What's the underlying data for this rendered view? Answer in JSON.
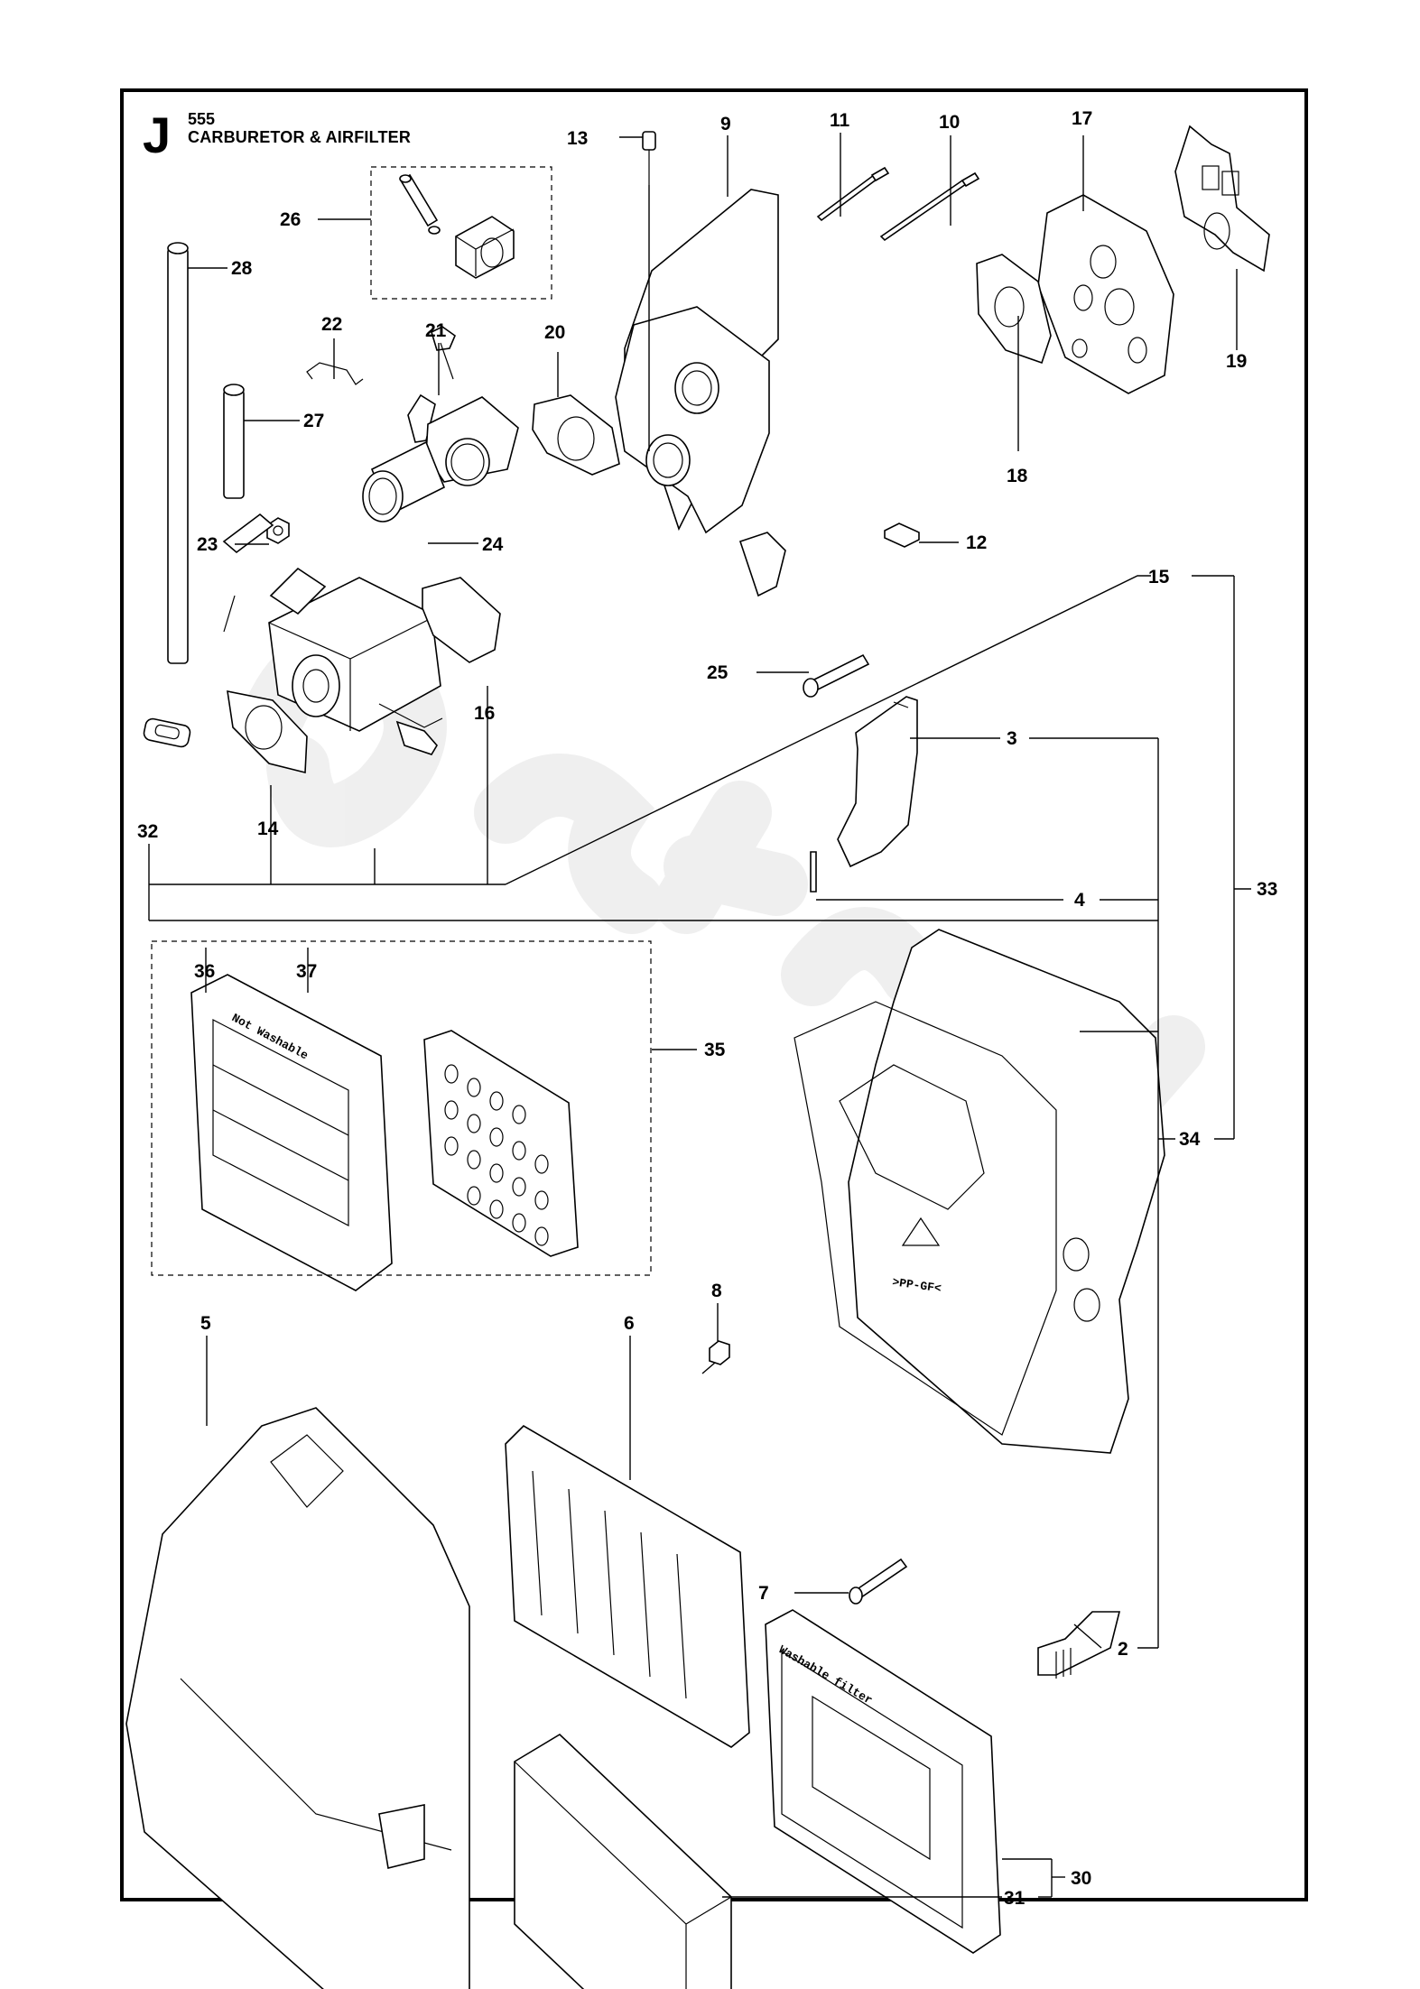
{
  "header": {
    "section_letter": "J",
    "model": "555",
    "title": "CARBURETOR & AIRFILTER"
  },
  "watermark": "Streetdsk",
  "markings": {
    "filter_36_text": "Not Washable",
    "filter_30_text": "Washable filter",
    "housing_material": ">PP-GF<"
  },
  "parts": [
    {
      "id": "2",
      "label": "2"
    },
    {
      "id": "3",
      "label": "3"
    },
    {
      "id": "4",
      "label": "4"
    },
    {
      "id": "5",
      "label": "5"
    },
    {
      "id": "6",
      "label": "6"
    },
    {
      "id": "7",
      "label": "7"
    },
    {
      "id": "8",
      "label": "8"
    },
    {
      "id": "9",
      "label": "9"
    },
    {
      "id": "10",
      "label": "10"
    },
    {
      "id": "11",
      "label": "11"
    },
    {
      "id": "12",
      "label": "12"
    },
    {
      "id": "13",
      "label": "13"
    },
    {
      "id": "14",
      "label": "14"
    },
    {
      "id": "15",
      "label": "15"
    },
    {
      "id": "16",
      "label": "16"
    },
    {
      "id": "17",
      "label": "17"
    },
    {
      "id": "18",
      "label": "18"
    },
    {
      "id": "19",
      "label": "19"
    },
    {
      "id": "20",
      "label": "20"
    },
    {
      "id": "21",
      "label": "21"
    },
    {
      "id": "22",
      "label": "22"
    },
    {
      "id": "23",
      "label": "23"
    },
    {
      "id": "24",
      "label": "24"
    },
    {
      "id": "25",
      "label": "25"
    },
    {
      "id": "26",
      "label": "26"
    },
    {
      "id": "27",
      "label": "27"
    },
    {
      "id": "28",
      "label": "28"
    },
    {
      "id": "30",
      "label": "30"
    },
    {
      "id": "31",
      "label": "31"
    },
    {
      "id": "32",
      "label": "32"
    },
    {
      "id": "33",
      "label": "33"
    },
    {
      "id": "34",
      "label": "34"
    },
    {
      "id": "35",
      "label": "35"
    },
    {
      "id": "36",
      "label": "36"
    },
    {
      "id": "37",
      "label": "37"
    }
  ]
}
